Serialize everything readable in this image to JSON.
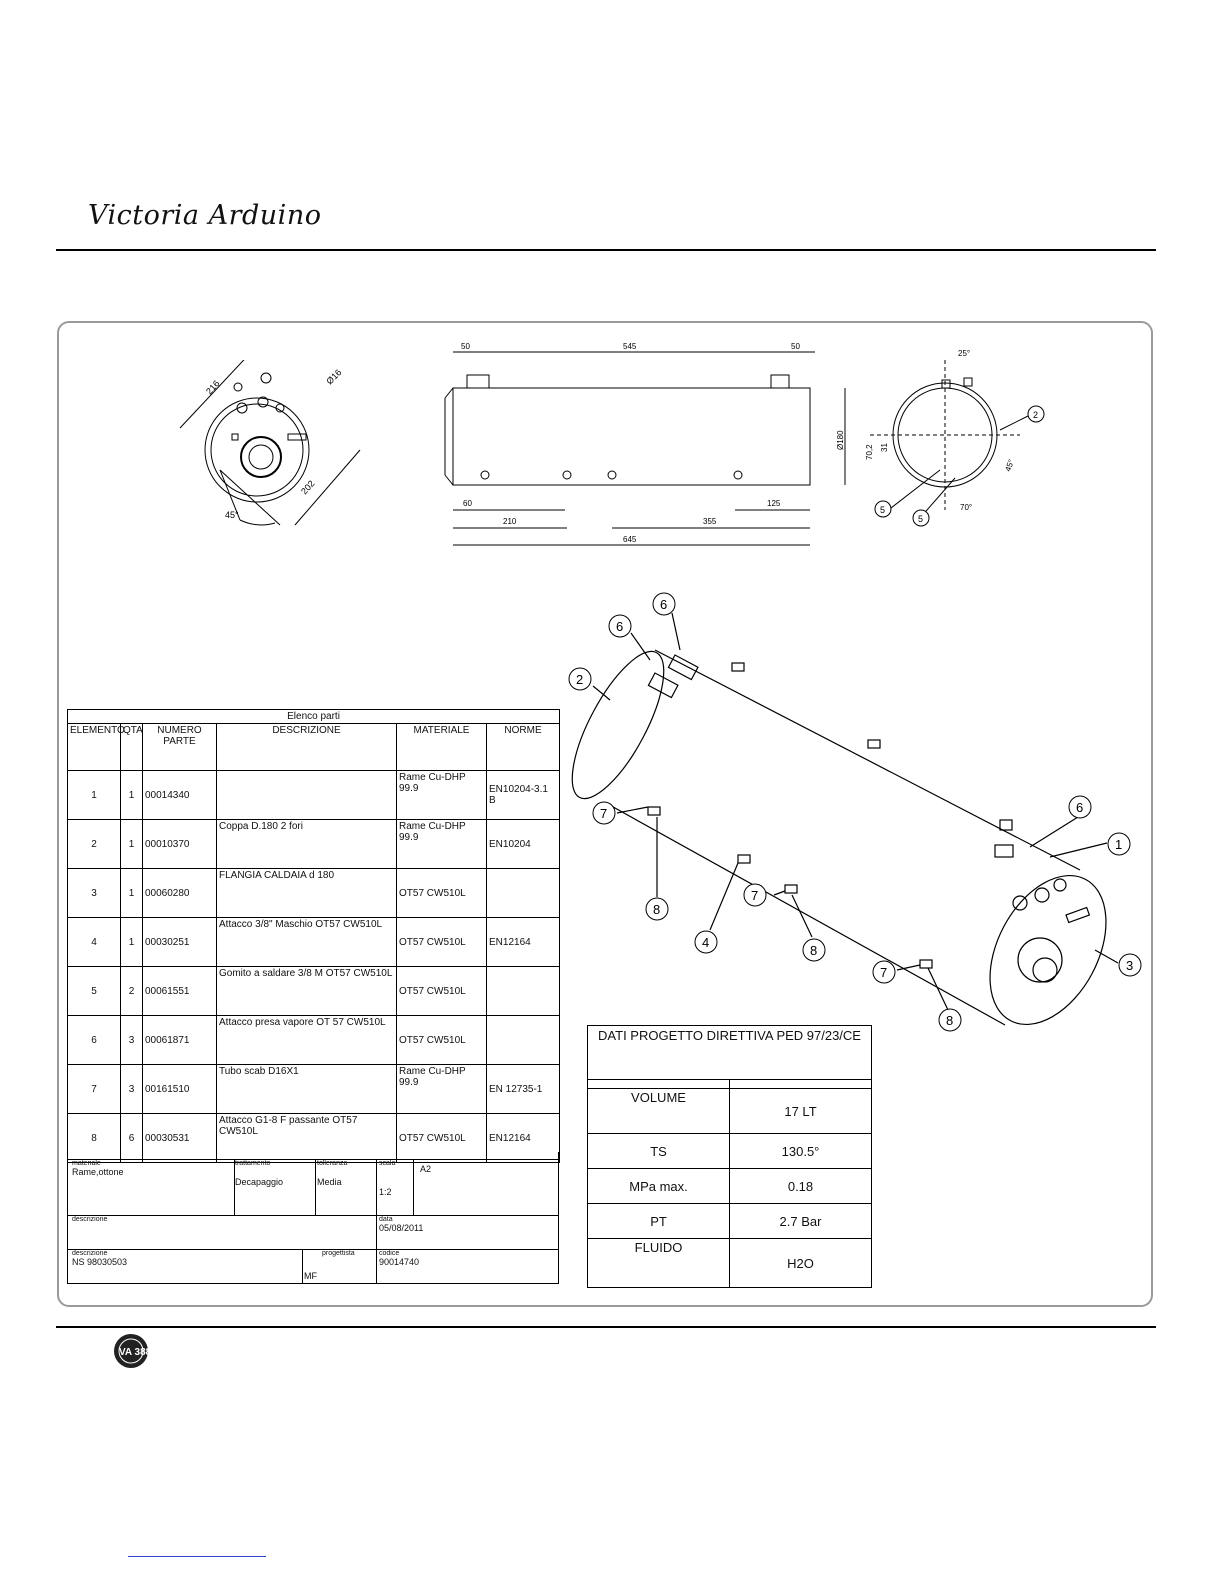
{
  "brand": "Victoria Arduino",
  "front_view": {
    "dims": [
      "216",
      "Ø16",
      "202",
      "45°"
    ]
  },
  "side_view": {
    "dims": [
      "50",
      "545",
      "50",
      "Ø180",
      "60",
      "125",
      "210",
      "355",
      "645"
    ]
  },
  "end_view": {
    "dims": [
      "25°",
      "70,2",
      "31",
      "45°",
      "70°"
    ],
    "balloons": [
      "2",
      "5",
      "5"
    ]
  },
  "iso_balloons": [
    "6",
    "6",
    "2",
    "7",
    "6",
    "1",
    "8",
    "7",
    "4",
    "8",
    "7",
    "3",
    "8"
  ],
  "parts": {
    "caption": "Elenco parti",
    "headers": [
      "ELEMENTO",
      "QTA",
      "NUMERO PARTE",
      "DESCRIZIONE",
      "MATERIALE",
      "NORME"
    ],
    "rows": [
      {
        "el": "1",
        "qta": "1",
        "num": "00014340",
        "desc": "",
        "mat": "Rame Cu-DHP 99.9",
        "norme": "EN10204-3.1 B"
      },
      {
        "el": "2",
        "qta": "1",
        "num": "00010370",
        "desc": "Coppa D.180 2 fori",
        "mat": "Rame Cu-DHP 99.9",
        "norme": "EN10204"
      },
      {
        "el": "3",
        "qta": "1",
        "num": "00060280",
        "desc": "FLANGIA CALDAIA d 180",
        "mat": "OT57 CW510L",
        "norme": ""
      },
      {
        "el": "4",
        "qta": "1",
        "num": "00030251",
        "desc": "Attacco 3/8\" Maschio OT57 CW510L",
        "mat": "OT57 CW510L",
        "norme": "EN12164"
      },
      {
        "el": "5",
        "qta": "2",
        "num": "00061551",
        "desc": "Gomito a saldare 3/8 M OT57 CW510L",
        "mat": "OT57 CW510L",
        "norme": ""
      },
      {
        "el": "6",
        "qta": "3",
        "num": "00061871",
        "desc": "Attacco presa vapore OT 57 CW510L",
        "mat": "OT57 CW510L",
        "norme": ""
      },
      {
        "el": "7",
        "qta": "3",
        "num": "00161510",
        "desc": " Tubo scab D16X1",
        "mat": "Rame Cu-DHP 99.9",
        "norme": "EN 12735-1"
      },
      {
        "el": "8",
        "qta": "6",
        "num": "00030531",
        "desc": "Attacco G1-8 F passante OT57 CW510L",
        "mat": "OT57 CW510L",
        "norme": "EN12164"
      }
    ]
  },
  "title_block": {
    "materiale_label": "materiale",
    "materiale": "Rame,ottone",
    "trattamento_label": "trattamento",
    "trattamento": "Decapaggio",
    "tolleranza_label": "tolleranza",
    "tolleranza": "Media",
    "scala_label": "scala",
    "scala": "1:2",
    "formato": "A2",
    "descrizione_label": "descrizione",
    "data_label": "data",
    "data": "05/08/2011",
    "descrizione2_label": "descrizione",
    "descrizione2": "NS 98030503",
    "progettista_label": "progettista",
    "progettista": "MF",
    "codice_label": "codice",
    "codice": "90014740"
  },
  "ped": {
    "title": "DATI PROGETTO DIRETTIVA PED 97/23/CE",
    "rows": [
      {
        "label": "VOLUME",
        "value": "17 LT"
      },
      {
        "label": "TS",
        "value": "130.5°"
      },
      {
        "label": "MPa max.",
        "value": "0.18"
      },
      {
        "label": "PT",
        "value": "2.7 Bar"
      },
      {
        "label": "FLUIDO",
        "value": "H2O"
      }
    ]
  },
  "footer_logo": "VA 388"
}
